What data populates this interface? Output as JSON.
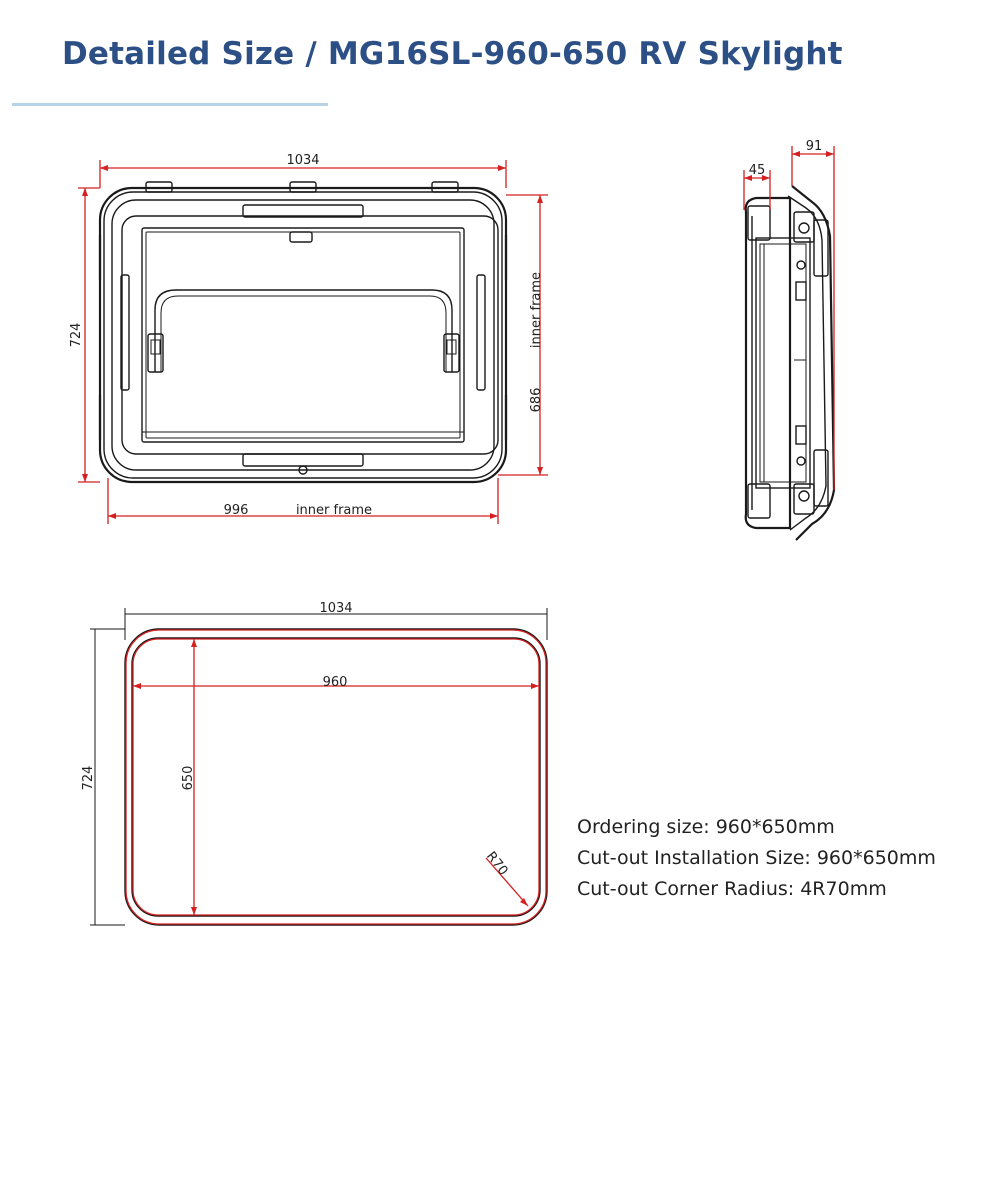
{
  "header": {
    "title": "Detailed Size / MG16SL-960-650 RV Skylight"
  },
  "top_view": {
    "width_label": "1034",
    "height_label": "724",
    "inner_height_label": "686",
    "inner_height_text": "inner frame",
    "inner_width_label": "996",
    "inner_width_text": "inner frame"
  },
  "side_view": {
    "depth_total_label": "91",
    "depth_flange_label": "45"
  },
  "cutout_view": {
    "width_label": "1034",
    "height_label": "724",
    "cut_width_label": "960",
    "cut_height_label": "650",
    "corner_radius_label": "R70"
  },
  "specs": {
    "ordering": "Ordering size: 960*650mm",
    "installation": "Cut-out Installation Size: 960*650mm",
    "corner": "Cut-out Corner Radius: 4R70mm"
  },
  "colors": {
    "title": "#2c4f86",
    "underline": "#b7d3ea",
    "dimension_lines": "#d42020",
    "outline": "#1a1a1a"
  }
}
